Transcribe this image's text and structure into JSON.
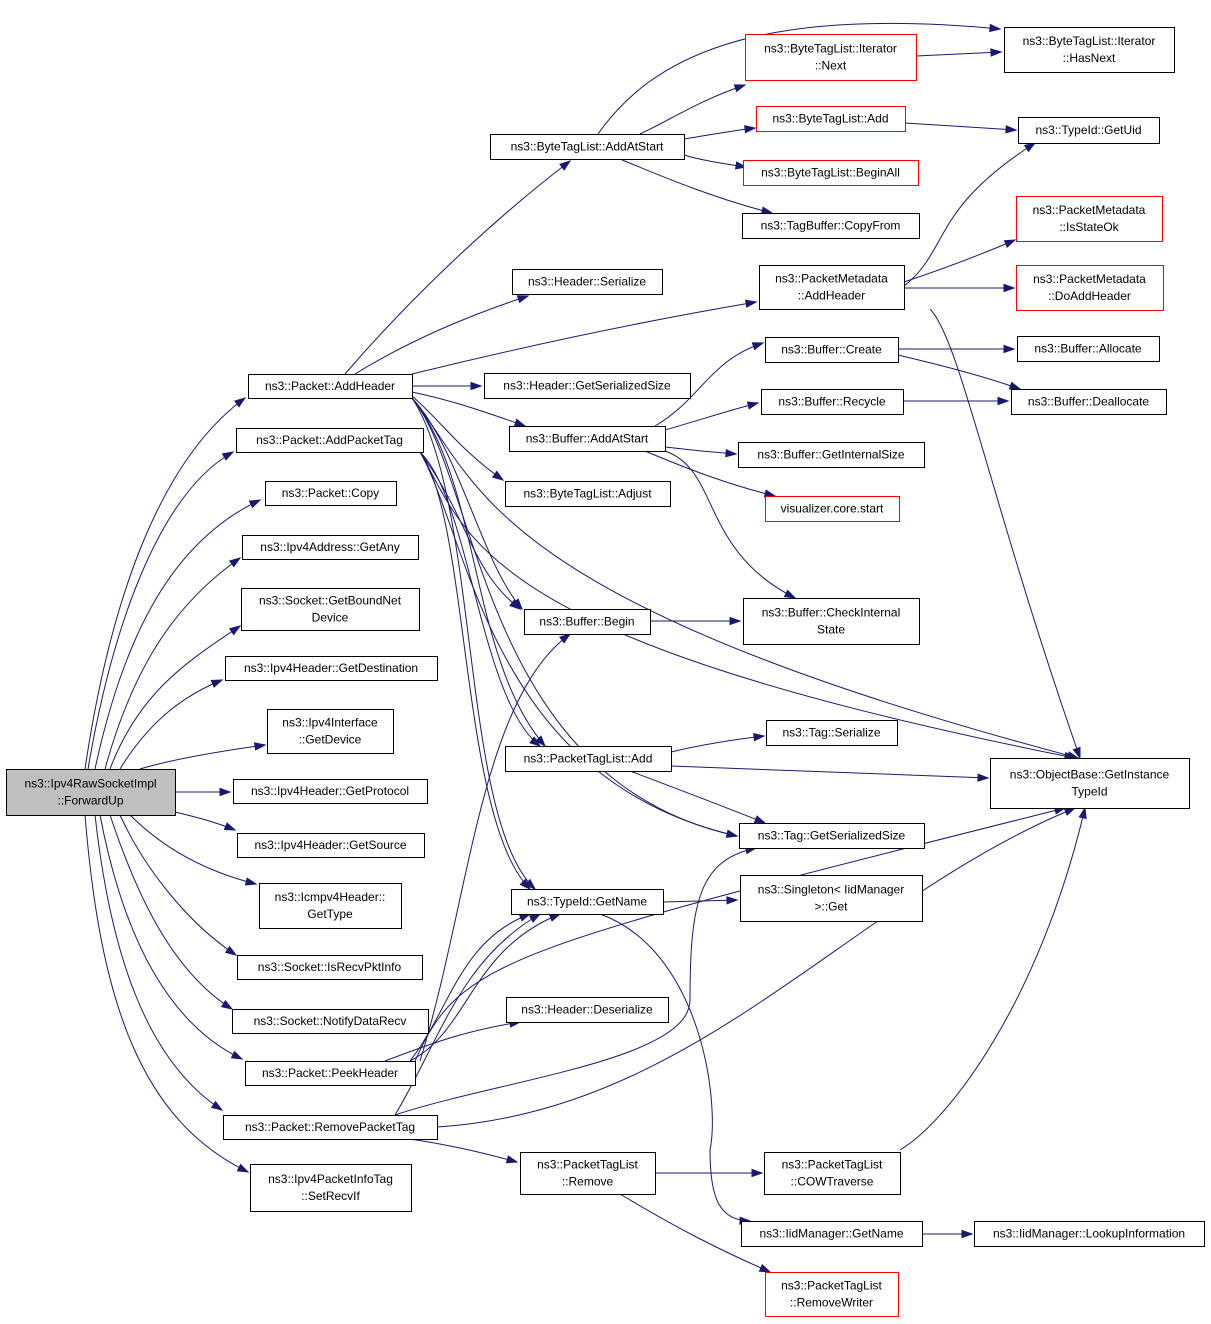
{
  "colors": {
    "edge": "#191970",
    "root_fill": "#bfbfbf",
    "red_border": "#ff0000",
    "black_border": "#000000"
  },
  "nodes": [
    {
      "id": "root",
      "lines": [
        "ns3::Ipv4RawSocketImpl",
        "::ForwardUp"
      ],
      "style": "root"
    },
    {
      "id": "pkt_addheader",
      "lines": [
        "ns3::Packet::AddHeader"
      ],
      "style": "black"
    },
    {
      "id": "pkt_addpackettag",
      "lines": [
        "ns3::Packet::AddPacketTag"
      ],
      "style": "black"
    },
    {
      "id": "pkt_copy",
      "lines": [
        "ns3::Packet::Copy"
      ],
      "style": "black"
    },
    {
      "id": "ipv4addr_getany",
      "lines": [
        "ns3::Ipv4Address::GetAny"
      ],
      "style": "black"
    },
    {
      "id": "sock_getboundnetdevice",
      "lines": [
        "ns3::Socket::GetBoundNet",
        "Device"
      ],
      "style": "black"
    },
    {
      "id": "ipv4hdr_getdestination",
      "lines": [
        "ns3::Ipv4Header::GetDestination"
      ],
      "style": "black"
    },
    {
      "id": "ipv4if_getdevice",
      "lines": [
        "ns3::Ipv4Interface",
        "::GetDevice"
      ],
      "style": "black"
    },
    {
      "id": "ipv4hdr_getprotocol",
      "lines": [
        "ns3::Ipv4Header::GetProtocol"
      ],
      "style": "black"
    },
    {
      "id": "ipv4hdr_getsource",
      "lines": [
        "ns3::Ipv4Header::GetSource"
      ],
      "style": "black"
    },
    {
      "id": "icmpv4hdr_gettype",
      "lines": [
        "ns3::Icmpv4Header::",
        "GetType"
      ],
      "style": "black"
    },
    {
      "id": "sock_isrecvpktinfo",
      "lines": [
        "ns3::Socket::IsRecvPktInfo"
      ],
      "style": "black"
    },
    {
      "id": "sock_notifydatarecv",
      "lines": [
        "ns3::Socket::NotifyDataRecv"
      ],
      "style": "black"
    },
    {
      "id": "pkt_peekheader",
      "lines": [
        "ns3::Packet::PeekHeader"
      ],
      "style": "black"
    },
    {
      "id": "pkt_removepackettag",
      "lines": [
        "ns3::Packet::RemovePacketTag"
      ],
      "style": "black"
    },
    {
      "id": "ipv4pktinfotag_setrecvif",
      "lines": [
        "ns3::Ipv4PacketInfoTag",
        "::SetRecvIf"
      ],
      "style": "black"
    },
    {
      "id": "btl_addatstart",
      "lines": [
        "ns3::ByteTagList::AddAtStart"
      ],
      "style": "black"
    },
    {
      "id": "hdr_serialize",
      "lines": [
        "ns3::Header::Serialize"
      ],
      "style": "black"
    },
    {
      "id": "hdr_getserializedsize",
      "lines": [
        "ns3::Header::GetSerializedSize"
      ],
      "style": "black"
    },
    {
      "id": "buf_addatstart",
      "lines": [
        "ns3::Buffer::AddAtStart"
      ],
      "style": "black"
    },
    {
      "id": "btl_adjust",
      "lines": [
        "ns3::ByteTagList::Adjust"
      ],
      "style": "black"
    },
    {
      "id": "buf_begin",
      "lines": [
        "ns3::Buffer::Begin"
      ],
      "style": "black"
    },
    {
      "id": "ptl_add",
      "lines": [
        "ns3::PacketTagList::Add"
      ],
      "style": "black"
    },
    {
      "id": "typeid_getname",
      "lines": [
        "ns3::TypeId::GetName"
      ],
      "style": "black"
    },
    {
      "id": "hdr_deserialize",
      "lines": [
        "ns3::Header::Deserialize"
      ],
      "style": "black"
    },
    {
      "id": "ptl_remove",
      "lines": [
        "ns3::PacketTagList",
        "::Remove"
      ],
      "style": "black"
    },
    {
      "id": "btl_iter_next",
      "lines": [
        "ns3::ByteTagList::Iterator",
        "::Next"
      ],
      "style": "red"
    },
    {
      "id": "btl_add",
      "lines": [
        "ns3::ByteTagList::Add"
      ],
      "style": "red"
    },
    {
      "id": "btl_beginall",
      "lines": [
        "ns3::ByteTagList::BeginAll"
      ],
      "style": "red"
    },
    {
      "id": "tagbuf_copyfrom",
      "lines": [
        "ns3::TagBuffer::CopyFrom"
      ],
      "style": "black"
    },
    {
      "id": "pm_addheader",
      "lines": [
        "ns3::PacketMetadata",
        "::AddHeader"
      ],
      "style": "black"
    },
    {
      "id": "buf_create",
      "lines": [
        "ns3::Buffer::Create"
      ],
      "style": "black"
    },
    {
      "id": "buf_recycle",
      "lines": [
        "ns3::Buffer::Recycle"
      ],
      "style": "black"
    },
    {
      "id": "buf_getinternalsize",
      "lines": [
        "ns3::Buffer::GetInternalSize"
      ],
      "style": "black"
    },
    {
      "id": "vis_core_start",
      "lines": [
        "visualizer.core.start"
      ],
      "style": "red"
    },
    {
      "id": "buf_checkinternalstate",
      "lines": [
        "ns3::Buffer::CheckInternal",
        "State"
      ],
      "style": "black"
    },
    {
      "id": "tag_serialize",
      "lines": [
        "ns3::Tag::Serialize"
      ],
      "style": "black"
    },
    {
      "id": "tag_getserializedsize",
      "lines": [
        "ns3::Tag::GetSerializedSize"
      ],
      "style": "black"
    },
    {
      "id": "singleton_get",
      "lines": [
        "ns3::Singleton< IidManager",
        ">::Get"
      ],
      "style": "black"
    },
    {
      "id": "ptl_cowtraverse",
      "lines": [
        "ns3::PacketTagList",
        "::COWTraverse"
      ],
      "style": "black"
    },
    {
      "id": "iidmgr_getname",
      "lines": [
        "ns3::IidManager::GetName"
      ],
      "style": "black"
    },
    {
      "id": "ptl_removewriter",
      "lines": [
        "ns3::PacketTagList",
        "::RemoveWriter"
      ],
      "style": "red"
    },
    {
      "id": "btl_iter_hasnext",
      "lines": [
        "ns3::ByteTagList::Iterator",
        "::HasNext"
      ],
      "style": "black"
    },
    {
      "id": "typeid_getuid",
      "lines": [
        "ns3::TypeId::GetUid"
      ],
      "style": "black"
    },
    {
      "id": "pm_isstateok",
      "lines": [
        "ns3::PacketMetadata",
        "::IsStateOk"
      ],
      "style": "red"
    },
    {
      "id": "pm_doaddheader",
      "lines": [
        "ns3::PacketMetadata",
        "::DoAddHeader"
      ],
      "style": "red"
    },
    {
      "id": "buf_allocate",
      "lines": [
        "ns3::Buffer::Allocate"
      ],
      "style": "black"
    },
    {
      "id": "buf_deallocate",
      "lines": [
        "ns3::Buffer::Deallocate"
      ],
      "style": "black"
    },
    {
      "id": "objbase_getinstancetypeid",
      "lines": [
        "ns3::ObjectBase::GetInstance",
        "TypeId"
      ],
      "style": "black"
    },
    {
      "id": "iidmgr_lookupinformation",
      "lines": [
        "ns3::IidManager::LookupInformation"
      ],
      "style": "black"
    }
  ]
}
